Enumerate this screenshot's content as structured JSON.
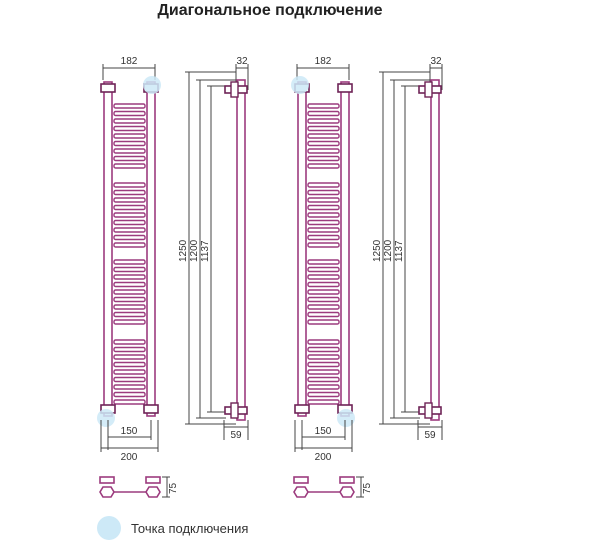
{
  "title": "Диагональное подключение",
  "legend": {
    "label": "Точка подключения"
  },
  "colors": {
    "pipe": "#9c3b7e",
    "pipe_dark": "#6e2356",
    "dimension": "#444444",
    "connection_point": "#cde9f7"
  },
  "dimensions": {
    "width_top": "182",
    "depth_top": "32",
    "height_total": "1250",
    "height_mid": "1200",
    "height_inner": "1137",
    "bottom_inner": "150",
    "bottom_outer": "200",
    "side_bottom": "59",
    "mount_height": "75"
  }
}
